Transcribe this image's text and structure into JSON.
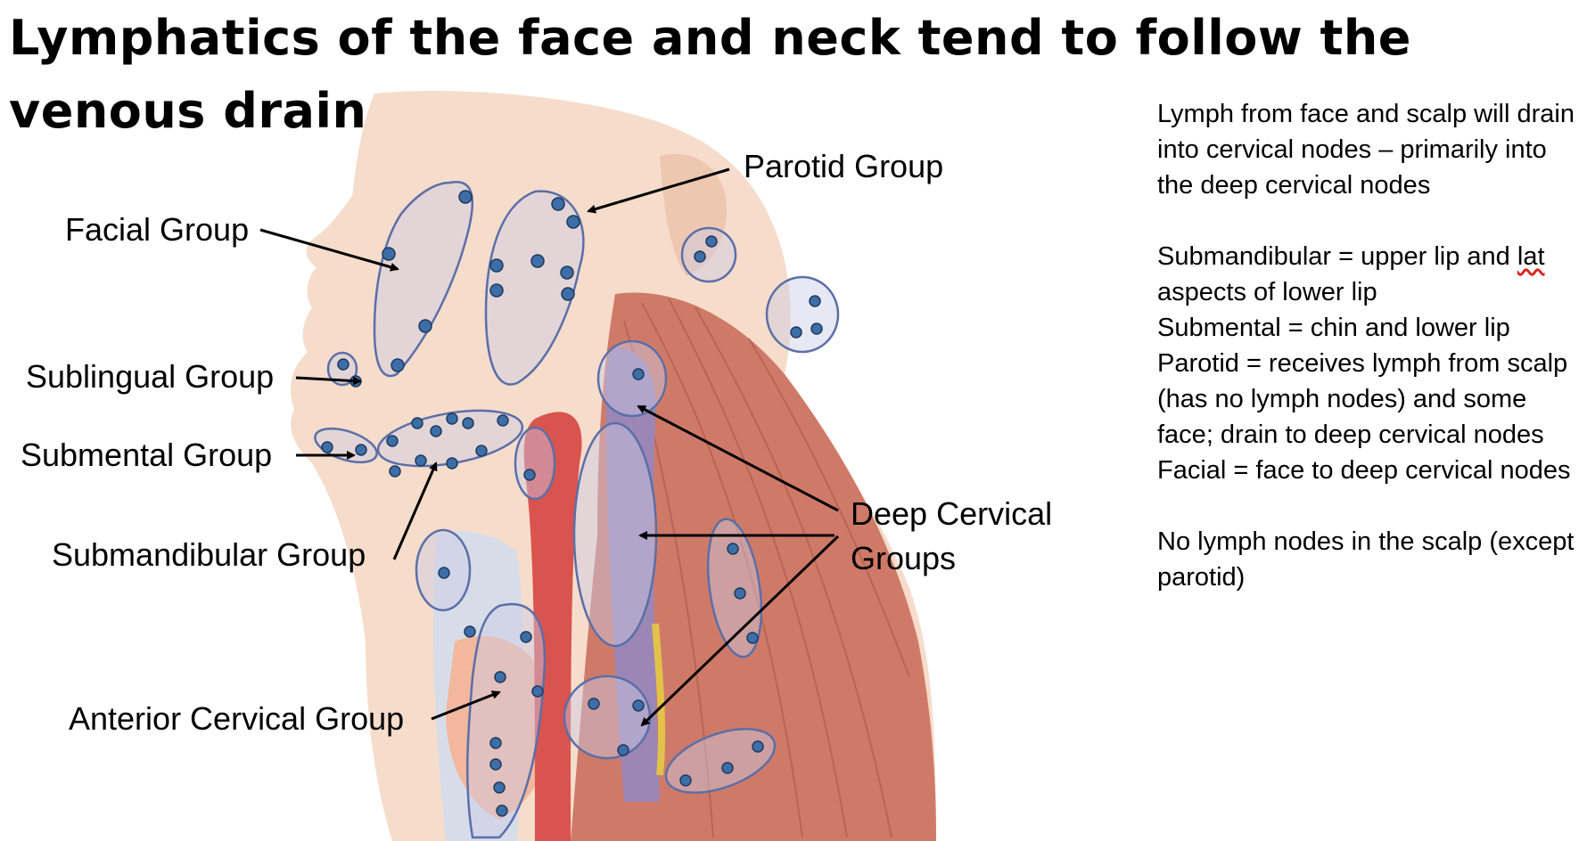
{
  "title": "Lymphatics of the face and neck tend to follow the venous drainage.",
  "labels": {
    "facial": "Facial Group",
    "parotid": "Parotid Group",
    "sublingual": "Sublingual Group",
    "submental": "Submental Group",
    "submandibular": "Submandibular Group",
    "deep_cervical_line1": "Deep Cervical",
    "deep_cervical_line2": "Groups",
    "anterior_cervical": "Anterior Cervical Group"
  },
  "notes": {
    "intro": "Lymph from face and scalp will drain into cervical nodes – primarily into the deep cervical nodes",
    "submandibular_a": "Submandibular = upper lip and ",
    "submandibular_lat": "lat",
    "submandibular_b": " aspects of lower lip",
    "submental": "Submental = chin and lower lip",
    "parotid": "Parotid = receives lymph from scalp (has no lymph nodes) and some face; drain to deep cervical nodes",
    "facial": "Facial = face to deep cervical nodes",
    "no_nodes": "No lymph nodes in the scalp (except parotid)"
  },
  "colors": {
    "skin": "#f6dccb",
    "muscle": "#cf7a68",
    "artery": "#d9534f",
    "vein": "#9b86b5",
    "node": "#3d6ea8",
    "region_outline": "#5b6fa8",
    "spelling_underline": "#dd2222"
  }
}
